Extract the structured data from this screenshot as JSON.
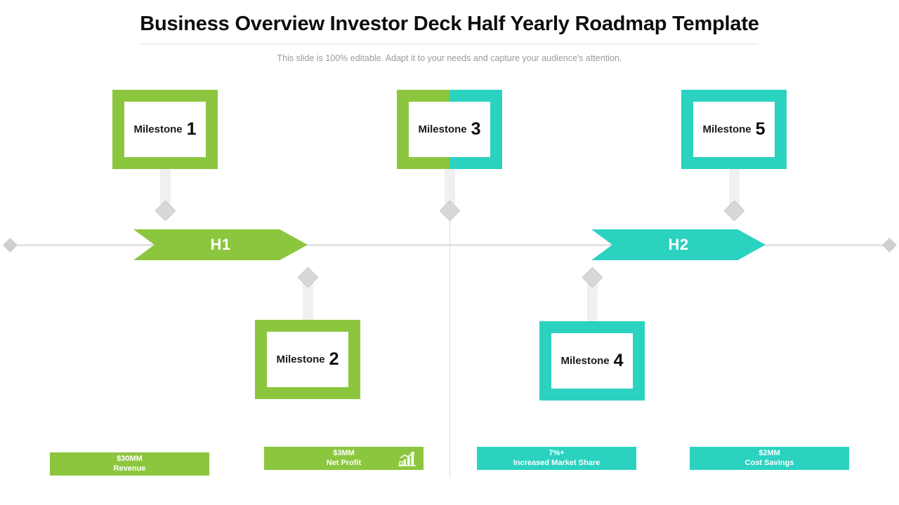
{
  "header": {
    "title": "Business Overview Investor Deck Half Yearly Roadmap Template",
    "subtitle": "This slide is 100% editable. Adapt it to your needs and capture your audience's attention."
  },
  "colors": {
    "green": "#8CC63E",
    "teal": "#2BD2C0",
    "axis": "#E4E4E4",
    "diamond": "#D8D8D8",
    "stem": "#F0F0F0"
  },
  "timeline": {
    "periods": [
      {
        "label": "H1",
        "color": "green"
      },
      {
        "label": "H2",
        "color": "teal"
      }
    ]
  },
  "milestones": [
    {
      "label": "Milestone",
      "number": "1",
      "color": "green",
      "position": "above"
    },
    {
      "label": "Milestone",
      "number": "2",
      "color": "green",
      "position": "below"
    },
    {
      "label": "Milestone",
      "number": "3",
      "color": "split",
      "position": "above"
    },
    {
      "label": "Milestone",
      "number": "4",
      "color": "teal",
      "position": "below"
    },
    {
      "label": "Milestone",
      "number": "5",
      "color": "teal",
      "position": "above"
    }
  ],
  "stats": [
    {
      "value": "$30MM",
      "caption": "Revenue",
      "color": "green",
      "icon": null
    },
    {
      "value": "$3MM",
      "caption": "Net Profit",
      "color": "green",
      "icon": "growth-bar-chart-icon"
    },
    {
      "value": "7%+",
      "caption": "Increased Market Share",
      "color": "teal",
      "icon": null
    },
    {
      "value": "$2MM",
      "caption": "Cost Savings",
      "color": "teal",
      "icon": null
    }
  ]
}
